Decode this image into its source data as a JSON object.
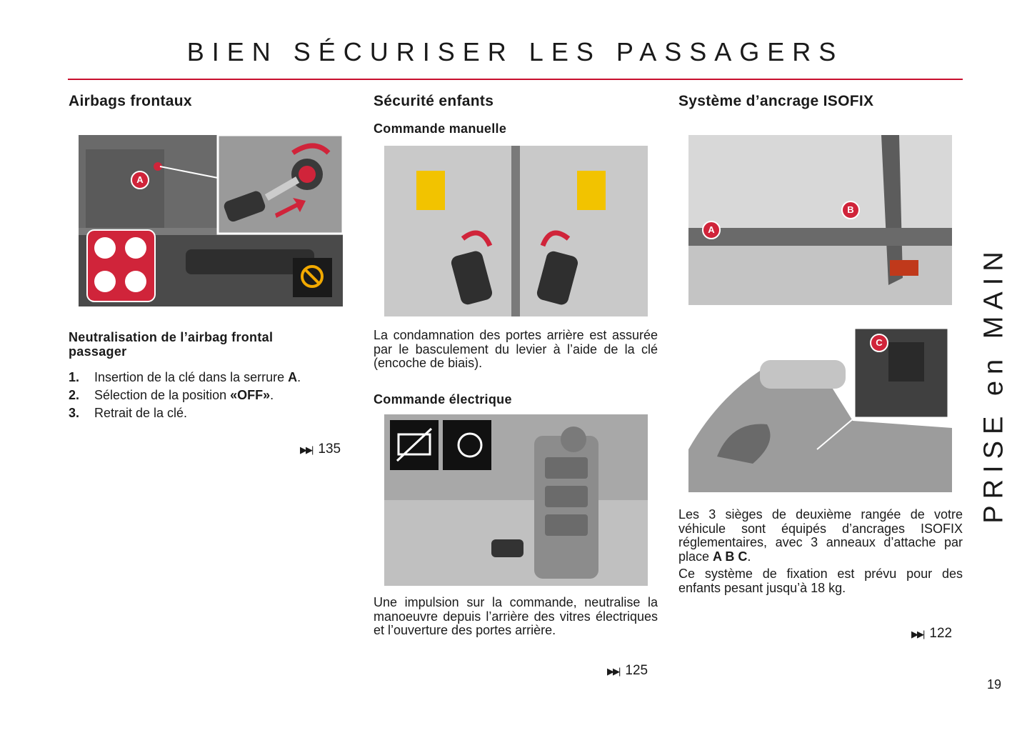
{
  "page": {
    "title": "BIEN SÉCURISER LES PASSAGERS",
    "side_tab": "PRISE en MAIN",
    "page_number": "19"
  },
  "col1": {
    "heading": "Airbags frontaux",
    "subheading": "Neutralisation de l’airbag frontal passager",
    "steps": [
      {
        "num": "1.",
        "text": "Insertion de la clé dans la serrure ",
        "bold": "A",
        "after": "."
      },
      {
        "num": "2.",
        "text": "Sélection de la position ",
        "bold": "«OFF»",
        "after": "."
      },
      {
        "num": "3.",
        "text": "Retrait de la clé.",
        "bold": "",
        "after": ""
      }
    ],
    "ref": "135",
    "photo_labels": [
      "A"
    ]
  },
  "col2": {
    "heading": "Sécurité enfants",
    "sub1": "Commande manuelle",
    "para1": "La condamnation des portes arrière est assurée par le basculement du levier à l’aide de la clé (encoche de biais).",
    "sub2": "Commande électrique",
    "para2": "Une impulsion sur la commande, neutralise la manoeuvre depuis l’arrière des vitres électriques et l’ouverture des portes arrière.",
    "ref": "125"
  },
  "col3": {
    "heading": "Système d’ancrage ISOFIX",
    "para1_text": "Les 3 sièges de deuxième rangée de votre véhicule sont équipés d’ancrages ISOFIX réglementaires, avec 3 anneaux d’attache par place ",
    "para1_bold": "A B C",
    "para1_end": ".",
    "para2": "Ce système de fixation est prévu pour des enfants pesant jusqu’à 18 kg.",
    "ref": "122",
    "photo_labels": [
      "A",
      "B",
      "C"
    ]
  },
  "colors": {
    "accent": "#c8102e",
    "label": "#d0243a",
    "warning": "#f2a900"
  },
  "icons": [
    "skip-forward-icon",
    "airbag-warning-icon",
    "child-lock-icon",
    "window-lock-icon"
  ]
}
